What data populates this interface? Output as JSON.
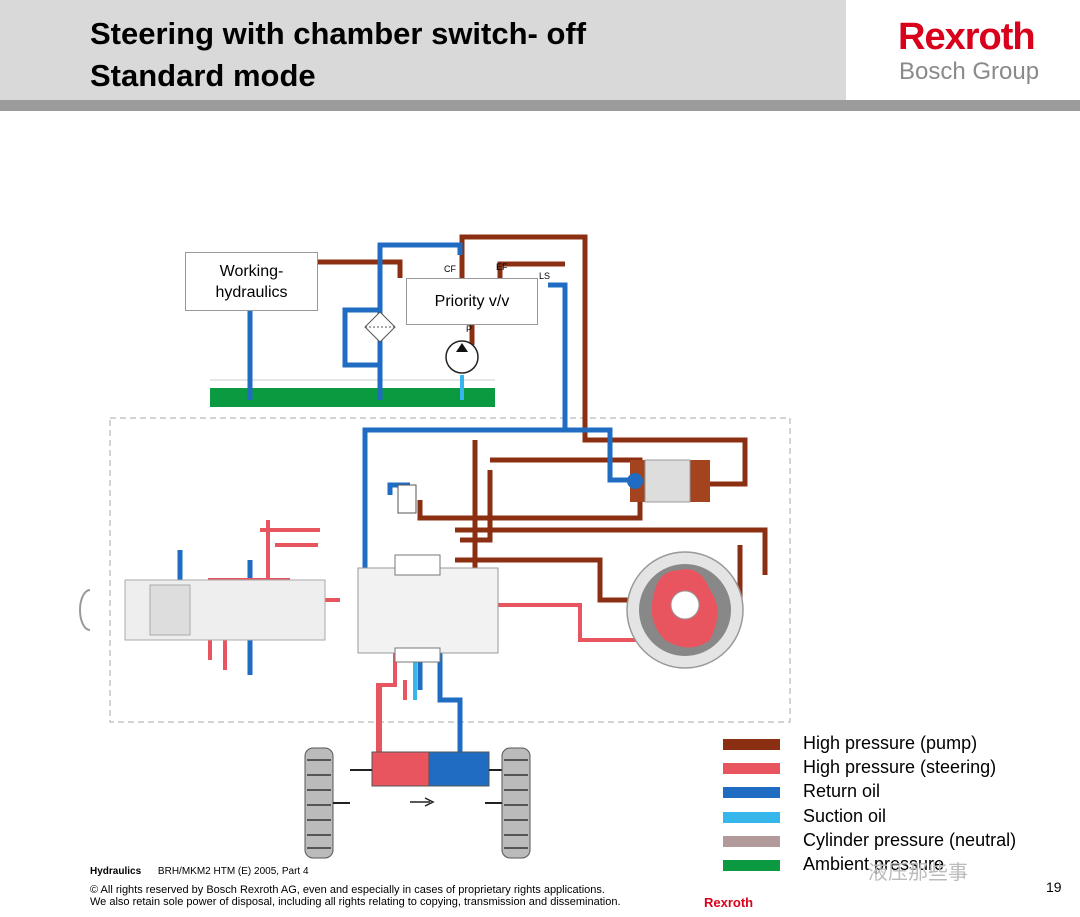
{
  "header": {
    "title_line1": "Steering with chamber switch- off",
    "title_line2": "Standard mode"
  },
  "brand": {
    "name": "Rexroth",
    "group": "Bosch Group",
    "color": "#d9001b"
  },
  "diagram": {
    "working_hydraulics_label": "Working-\nhydraulics",
    "priority_valve_label": "Priority v/v",
    "port_cf": "CF",
    "port_ef": "EF",
    "port_ls": "LS",
    "port_p": "P"
  },
  "legend": [
    {
      "label": "High pressure (pump)",
      "color": "#8b2f12"
    },
    {
      "label": "High pressure (steering)",
      "color": "#e8555f"
    },
    {
      "label": "Return oil",
      "color": "#1f6cc2"
    },
    {
      "label": "Suction oil",
      "color": "#36b6ea"
    },
    {
      "label": "Cylinder pressure (neutral)",
      "color": "#b39a9a"
    },
    {
      "label": "Ambient pressure",
      "color": "#0b9a3f"
    }
  ],
  "footer": {
    "department": "Hydraulics",
    "reference": "BRH/MKM2  HTM (E) 2005, Part 4",
    "copyright_line1": "© All rights reserved by Bosch Rexroth AG, even and especially in cases of proprietary rights applications.",
    "copyright_line2": "We also retain sole power of disposal, including all rights relating to copying, transmission and dissemination.",
    "brand": "Rexroth",
    "page_number": "19"
  },
  "watermark": "液压那些事"
}
